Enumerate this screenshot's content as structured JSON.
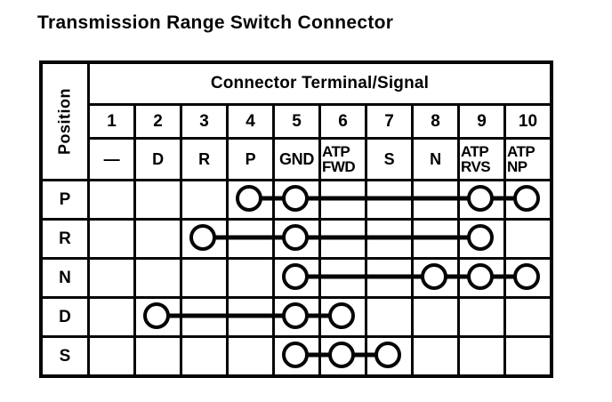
{
  "title": "Transmission Range Switch Connector",
  "colors": {
    "foreground": "#050505",
    "background": "#ffffff"
  },
  "table": {
    "position_column_label": "Position",
    "header": "Connector Terminal/Signal",
    "terminals": [
      "1",
      "2",
      "3",
      "4",
      "5",
      "6",
      "7",
      "8",
      "9",
      "10"
    ],
    "signals": [
      "—",
      "D",
      "R",
      "P",
      "GND",
      "ATP\nFWD",
      "S",
      "N",
      "ATP\nRVS",
      "ATP\nNP"
    ],
    "rows": [
      {
        "position": "P",
        "connected_terminals": [
          4,
          5,
          9,
          10
        ]
      },
      {
        "position": "R",
        "connected_terminals": [
          3,
          5,
          9
        ]
      },
      {
        "position": "N",
        "connected_terminals": [
          5,
          8,
          9,
          10
        ]
      },
      {
        "position": "D",
        "connected_terminals": [
          2,
          5,
          6
        ]
      },
      {
        "position": "S",
        "connected_terminals": [
          5,
          6,
          7
        ]
      }
    ]
  }
}
